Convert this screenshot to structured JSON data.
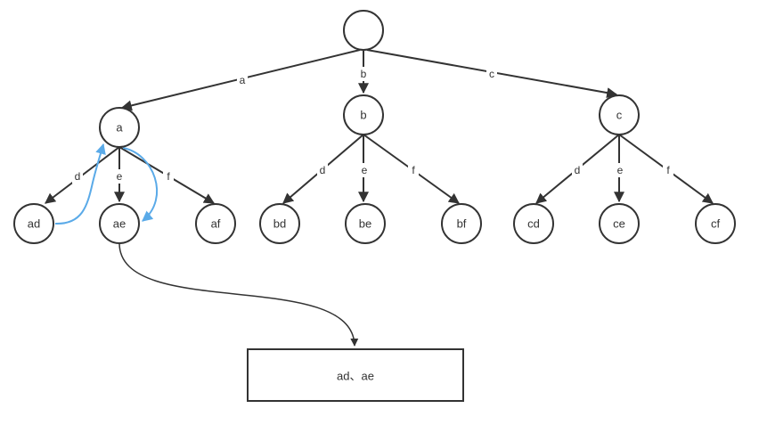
{
  "nodes": {
    "root": "",
    "a": "a",
    "b": "b",
    "c": "c",
    "ad": "ad",
    "ae": "ae",
    "af": "af",
    "bd": "bd",
    "be": "be",
    "bf": "bf",
    "cd": "cd",
    "ce": "ce",
    "cf": "cf"
  },
  "edges": {
    "root_a": "a",
    "root_b": "b",
    "root_c": "c",
    "a_ad": "d",
    "a_ae": "e",
    "a_af": "f",
    "b_bd": "d",
    "b_be": "e",
    "b_bf": "f",
    "c_cd": "d",
    "c_ce": "e",
    "c_cf": "f"
  },
  "result": {
    "text": "ad、ae"
  },
  "colors": {
    "stroke": "#333333",
    "trace": "#5aaae8",
    "background": "#ffffff"
  }
}
